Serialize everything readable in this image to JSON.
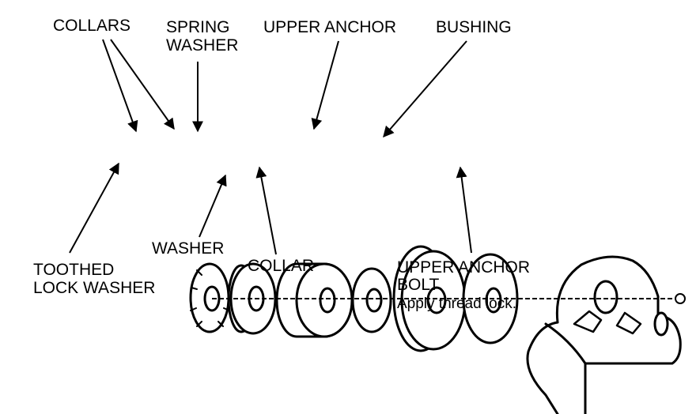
{
  "labels": {
    "collars": "COLLARS",
    "spring_washer_line1": "SPRING",
    "spring_washer_line2": "WASHER",
    "upper_anchor": "UPPER ANCHOR",
    "bushing": "BUSHING",
    "toothed_lock_washer_line1": "TOOTHED",
    "toothed_lock_washer_line2": "LOCK WASHER",
    "washer": "WASHER",
    "collar": "COLLAR",
    "upper_anchor_bolt_line1": "UPPER ANCHOR",
    "upper_anchor_bolt_line2": "BOLT",
    "thread_lock_note": "Apply thread lock."
  },
  "colors": {
    "ink": "#000000",
    "paper": "#ffffff"
  }
}
